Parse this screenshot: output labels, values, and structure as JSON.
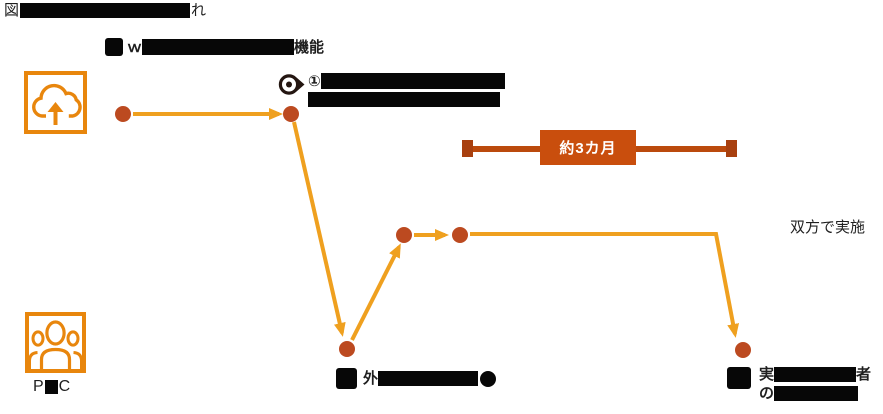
{
  "title": {
    "prefix": "図",
    "suffix": "れ"
  },
  "upload_feature": {
    "prefix": "ｗ",
    "suffix": "機能"
  },
  "scan_step": {
    "line1_prefix": "①"
  },
  "duration": {
    "label": "約3カ月"
  },
  "right_note": {
    "text": "双方で実施"
  },
  "actor": {
    "prefix": "P",
    "suffix": "C"
  },
  "footnote_mid": {
    "prefix": "外"
  },
  "footnote_right": {
    "line1_prefix": "実",
    "line1_suffix": "者",
    "line2_prefix": "の"
  },
  "icons": {
    "upload": "cloud-upload-icon",
    "feature": "black-square-icon",
    "scan": "target-pin-icon",
    "actor": "people-group-icon",
    "footnote_mid": "black-square-icon",
    "footnote_right": "black-square-icon"
  },
  "colors": {
    "accent-orange": "#E8860D",
    "path-line": "#EFA01F",
    "path-dot": "#BC4A20",
    "duration-box": "#C94E0D",
    "duration-line": "#BB4A0D",
    "duration-cap": "#A8400F",
    "redaction": "#070707",
    "target": "#241611",
    "text": "#1F1F1F",
    "duration-label-text": "#FFFFFF"
  }
}
